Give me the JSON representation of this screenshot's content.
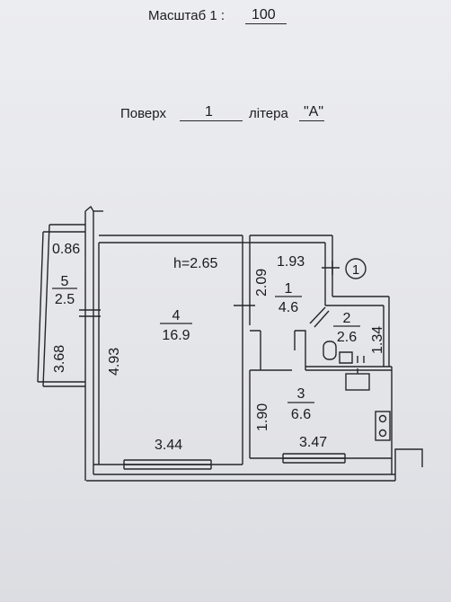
{
  "header": {
    "scale_label": "Масштаб 1 :",
    "scale_value": "100",
    "floor_label": "Поверх",
    "floor_value": "1",
    "letter_label": "літера",
    "letter_value": "\"А\""
  },
  "plan": {
    "room4": {
      "number": "4",
      "area": "16.9",
      "height": "h=2.65",
      "dim_side": "4.93",
      "dim_bottom": "3.44"
    },
    "room5": {
      "number": "5",
      "area": "2.5",
      "dim_top": "0.86",
      "dim_side": "3.68"
    },
    "room1": {
      "number": "1",
      "area": "4.6",
      "dim_side": "2.09",
      "dim_top": "1.93"
    },
    "room2": {
      "number": "2",
      "area": "2.6",
      "dim_side": "1.34"
    },
    "room3": {
      "number": "3",
      "area": "6.6",
      "dim_side": "1.90",
      "dim_bottom": "3.47"
    },
    "entrance_marker": "1"
  }
}
